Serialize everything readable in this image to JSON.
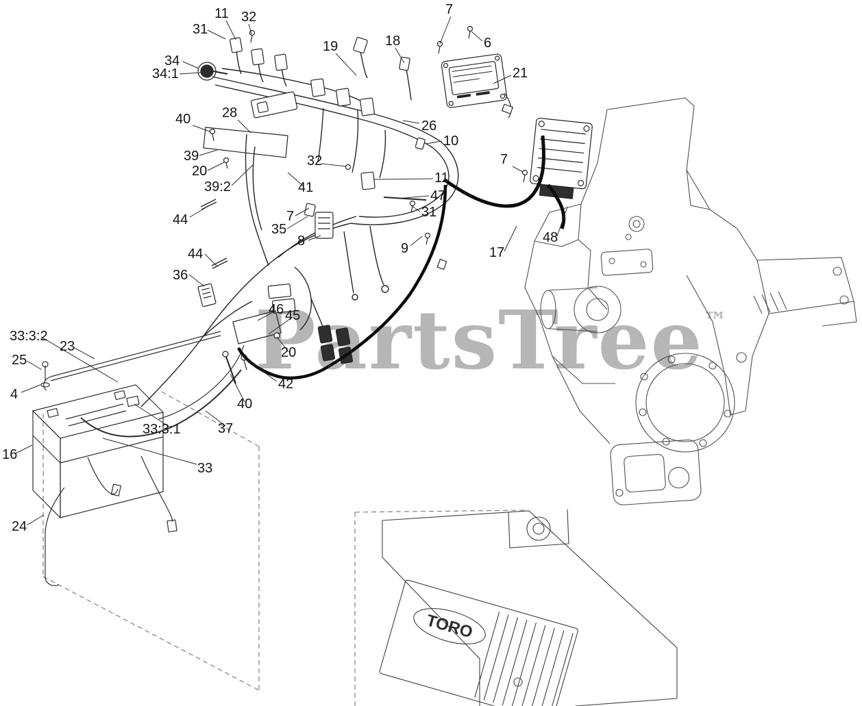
{
  "watermark": {
    "text": "PartsTree",
    "trademark": "™",
    "color": "#b6b6b6"
  },
  "diagram": {
    "toro_label": "TORO",
    "line_color": "#3c3c3c",
    "callout_color": "#151515"
  },
  "callouts": [
    {
      "label": "11"
    },
    {
      "label": "32"
    },
    {
      "label": "31"
    },
    {
      "label": "7"
    },
    {
      "label": "6"
    },
    {
      "label": "34"
    },
    {
      "label": "34:1"
    },
    {
      "label": "19"
    },
    {
      "label": "18"
    },
    {
      "label": "21"
    },
    {
      "label": "26"
    },
    {
      "label": "40"
    },
    {
      "label": "28"
    },
    {
      "label": "10"
    },
    {
      "label": "39"
    },
    {
      "label": "20"
    },
    {
      "label": "32"
    },
    {
      "label": "39:2"
    },
    {
      "label": "41"
    },
    {
      "label": "11"
    },
    {
      "label": "47"
    },
    {
      "label": "7"
    },
    {
      "label": "44"
    },
    {
      "label": "7"
    },
    {
      "label": "35"
    },
    {
      "label": "8"
    },
    {
      "label": "31"
    },
    {
      "label": "9"
    },
    {
      "label": "17"
    },
    {
      "label": "48"
    },
    {
      "label": "44"
    },
    {
      "label": "36"
    },
    {
      "label": "46"
    },
    {
      "label": "45"
    },
    {
      "label": "20"
    },
    {
      "label": "42"
    },
    {
      "label": "33:3:2"
    },
    {
      "label": "23"
    },
    {
      "label": "25"
    },
    {
      "label": "4"
    },
    {
      "label": "40"
    },
    {
      "label": "33:3:1"
    },
    {
      "label": "37"
    },
    {
      "label": "16"
    },
    {
      "label": "33"
    },
    {
      "label": "24"
    }
  ]
}
